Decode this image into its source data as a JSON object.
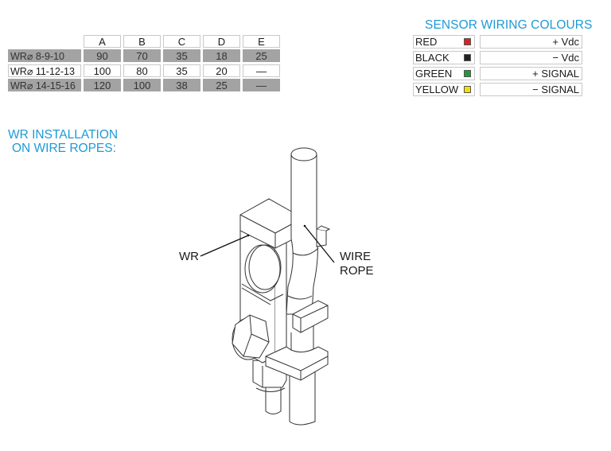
{
  "dimension_table": {
    "columns": [
      "A",
      "B",
      "C",
      "D",
      "E"
    ],
    "rows": [
      {
        "model": "WR⌀ 8-9-10",
        "values": [
          "90",
          "70",
          "35",
          "18",
          "25"
        ]
      },
      {
        "model": "WR⌀ 11-12-13",
        "values": [
          "100",
          "80",
          "35",
          "20",
          "—"
        ]
      },
      {
        "model": "WR⌀ 14-15-16",
        "values": [
          "120",
          "100",
          "38",
          "25",
          "—"
        ]
      }
    ]
  },
  "wiring": {
    "title": "SENSOR WIRING COLOURS",
    "rows": [
      {
        "colour": "RED",
        "swatch": "#e02020",
        "function": "+ Vdc"
      },
      {
        "colour": "BLACK",
        "swatch": "#222222",
        "function": "− Vdc"
      },
      {
        "colour": "GREEN",
        "swatch": "#1f9a3a",
        "function": "+ SIGNAL"
      },
      {
        "colour": "YELLOW",
        "swatch": "#f2e000",
        "function": "− SIGNAL"
      }
    ]
  },
  "installation": {
    "title_line1": "WR INSTALLATION",
    "title_line2": "ON WIRE ROPES:",
    "label_wr": "WR",
    "label_rope_line1": "WIRE",
    "label_rope_line2": "ROPE"
  },
  "colors": {
    "accent": "#1e9ad6",
    "row_shade": "#a3a3a3"
  }
}
